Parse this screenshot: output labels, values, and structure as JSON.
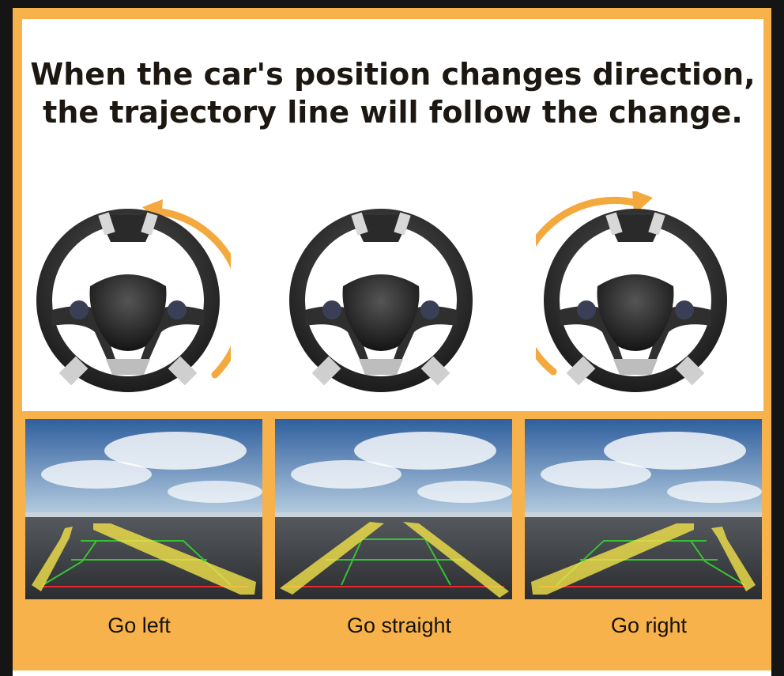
{
  "headline": {
    "line1": "When the car's position changes direction,",
    "line2": "the trajectory line will follow the change."
  },
  "colors": {
    "accent": "#f8b24c",
    "arrow": "#f4a93e",
    "guide_yellow": "#f2e24a",
    "guide_green": "#37c233",
    "guide_red": "#e8282d"
  },
  "wheels": [
    {
      "id": "left",
      "arrow_icon": "rotate-left-arrow-icon"
    },
    {
      "id": "straight",
      "arrow_icon": ""
    },
    {
      "id": "right",
      "arrow_icon": "rotate-right-arrow-icon"
    }
  ],
  "views": [
    {
      "id": "left",
      "caption": "Go left"
    },
    {
      "id": "straight",
      "caption": "Go straight"
    },
    {
      "id": "right",
      "caption": "Go right"
    }
  ]
}
